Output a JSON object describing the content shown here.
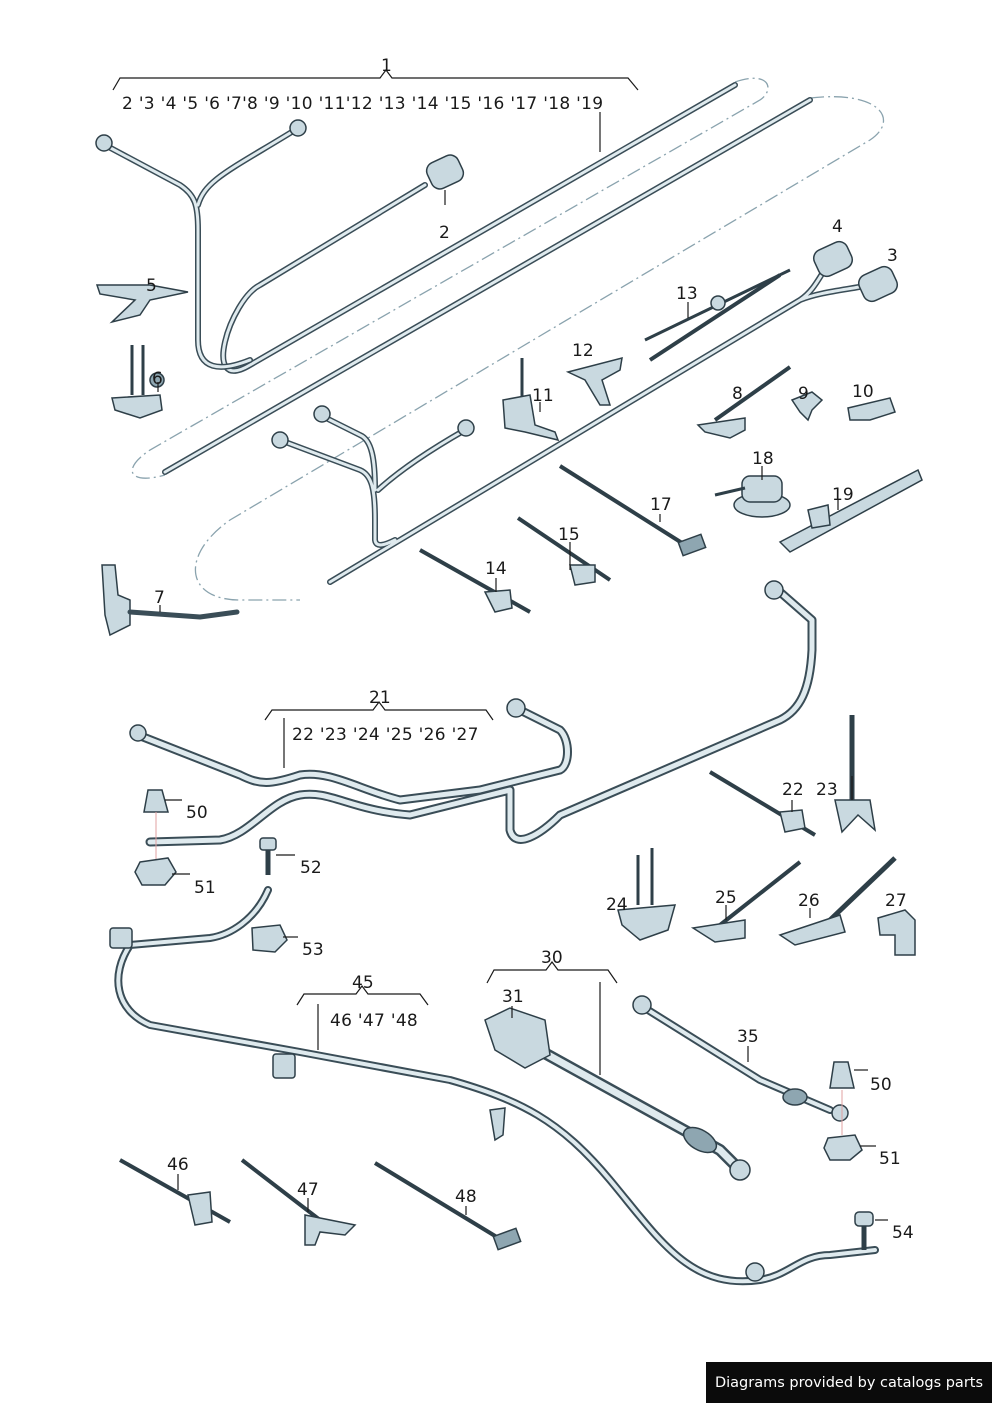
{
  "footer": {
    "text": "Diagrams provided by catalogs parts"
  },
  "groups": {
    "g1": "2 '3 '4  '5 '6 '7'8 '9 '10 '11'12 '13 '14  '15 '16 '17 '18 '19",
    "g21": "22 '23 '24  '25 '26 '27",
    "g45": "46 '47 '48"
  },
  "labels": [
    "1",
    "2",
    "3",
    "4",
    "5",
    "6",
    "7",
    "8",
    "9",
    "10",
    "11",
    "12",
    "13",
    "14",
    "15",
    "17",
    "18",
    "19",
    "21",
    "22",
    "23",
    "24",
    "25",
    "26",
    "27",
    "30",
    "31",
    "35",
    "45",
    "46",
    "47",
    "48",
    "50",
    "50",
    "51",
    "51",
    "52",
    "53",
    "54"
  ]
}
